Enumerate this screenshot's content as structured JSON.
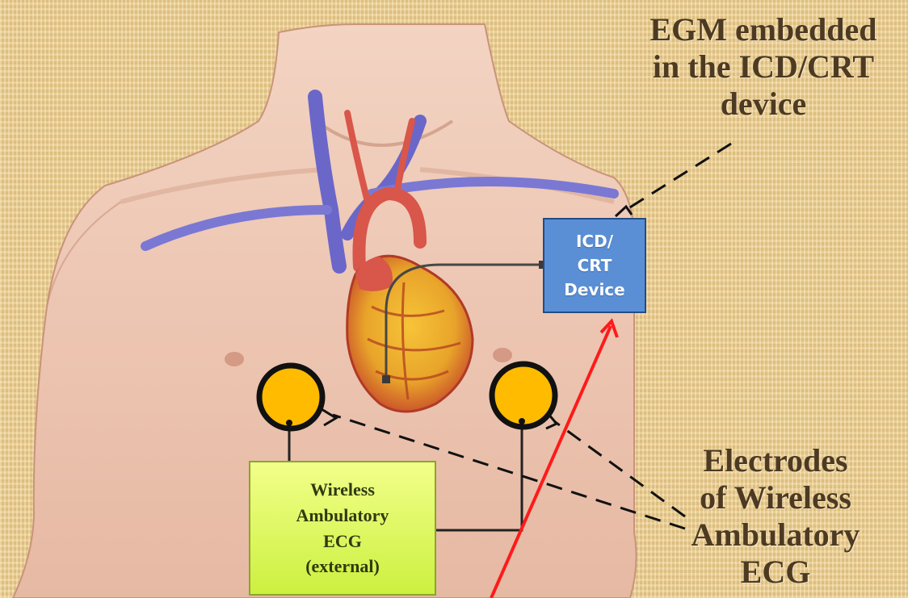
{
  "egm_callout": {
    "lines": [
      "EGM embedded",
      "in the ICD/CRT",
      "device"
    ]
  },
  "device_box": {
    "lines": [
      "ICD/",
      "CRT",
      "Device"
    ],
    "fill": "#5a8fd6"
  },
  "ecg_box": {
    "lines": [
      "Wireless",
      "Ambulatory",
      "ECG",
      "(external)"
    ],
    "fill": "#d6f55a"
  },
  "electrodes_callout": {
    "lines": [
      "Electrodes",
      "of Wireless",
      "Ambulatory",
      "ECG"
    ]
  },
  "electrode_color": "#ffbb00",
  "pointer_color": "#ff1a1a"
}
